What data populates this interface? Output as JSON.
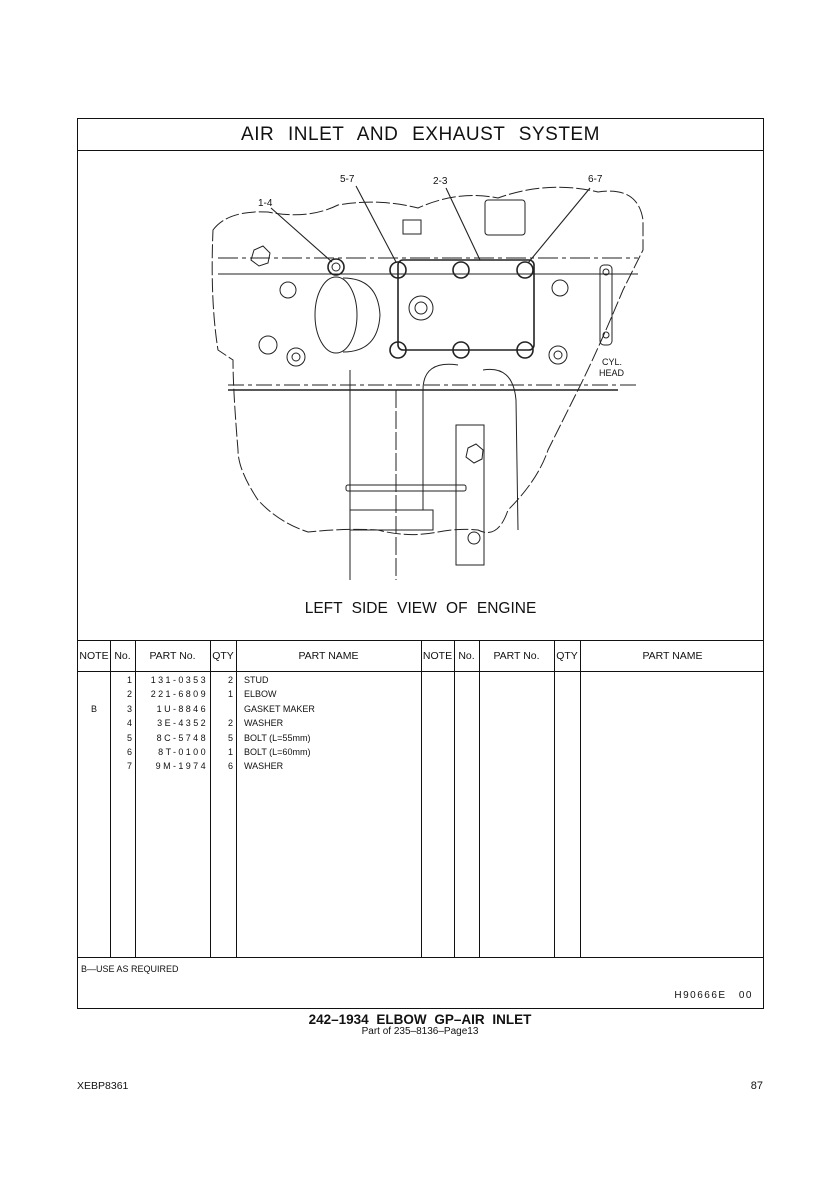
{
  "section_title": "AIR INLET AND EXHAUST SYSTEM",
  "illustration": {
    "caption": "LEFT SIDE VIEW OF ENGINE",
    "callouts": [
      "1-4",
      "5-7",
      "2-3",
      "6-7"
    ],
    "label_cyl_head_line1": "CYL.",
    "label_cyl_head_line2": "HEAD"
  },
  "table": {
    "headers": [
      "NOTE",
      "No.",
      "PART No.",
      "QTY",
      "PART NAME"
    ],
    "rows": [
      {
        "note": "",
        "no": "1",
        "part_no": "131-0353",
        "qty": "2",
        "name": "STUD"
      },
      {
        "note": "",
        "no": "2",
        "part_no": "221-6809",
        "qty": "1",
        "name": "ELBOW"
      },
      {
        "note": "B",
        "no": "3",
        "part_no": "1U-8846",
        "qty": "",
        "name": "GASKET MAKER"
      },
      {
        "note": "",
        "no": "4",
        "part_no": "3E-4352",
        "qty": "2",
        "name": "WASHER"
      },
      {
        "note": "",
        "no": "5",
        "part_no": "8C-5748",
        "qty": "5",
        "name": "BOLT (L=55mm)"
      },
      {
        "note": "",
        "no": "6",
        "part_no": "8T-0100",
        "qty": "1",
        "name": "BOLT (L=60mm)"
      },
      {
        "note": "",
        "no": "7",
        "part_no": "9M-1974",
        "qty": "6",
        "name": "WASHER"
      }
    ]
  },
  "remarks": "B—USE AS REQUIRED",
  "illustration_ref": "H90666E 00",
  "group": {
    "title": "242–1934 ELBOW GP–AIR INLET",
    "subtitle": "Part of 235–8136–Page13"
  },
  "footer": {
    "doc_id": "XEBP8361",
    "page": "87"
  }
}
